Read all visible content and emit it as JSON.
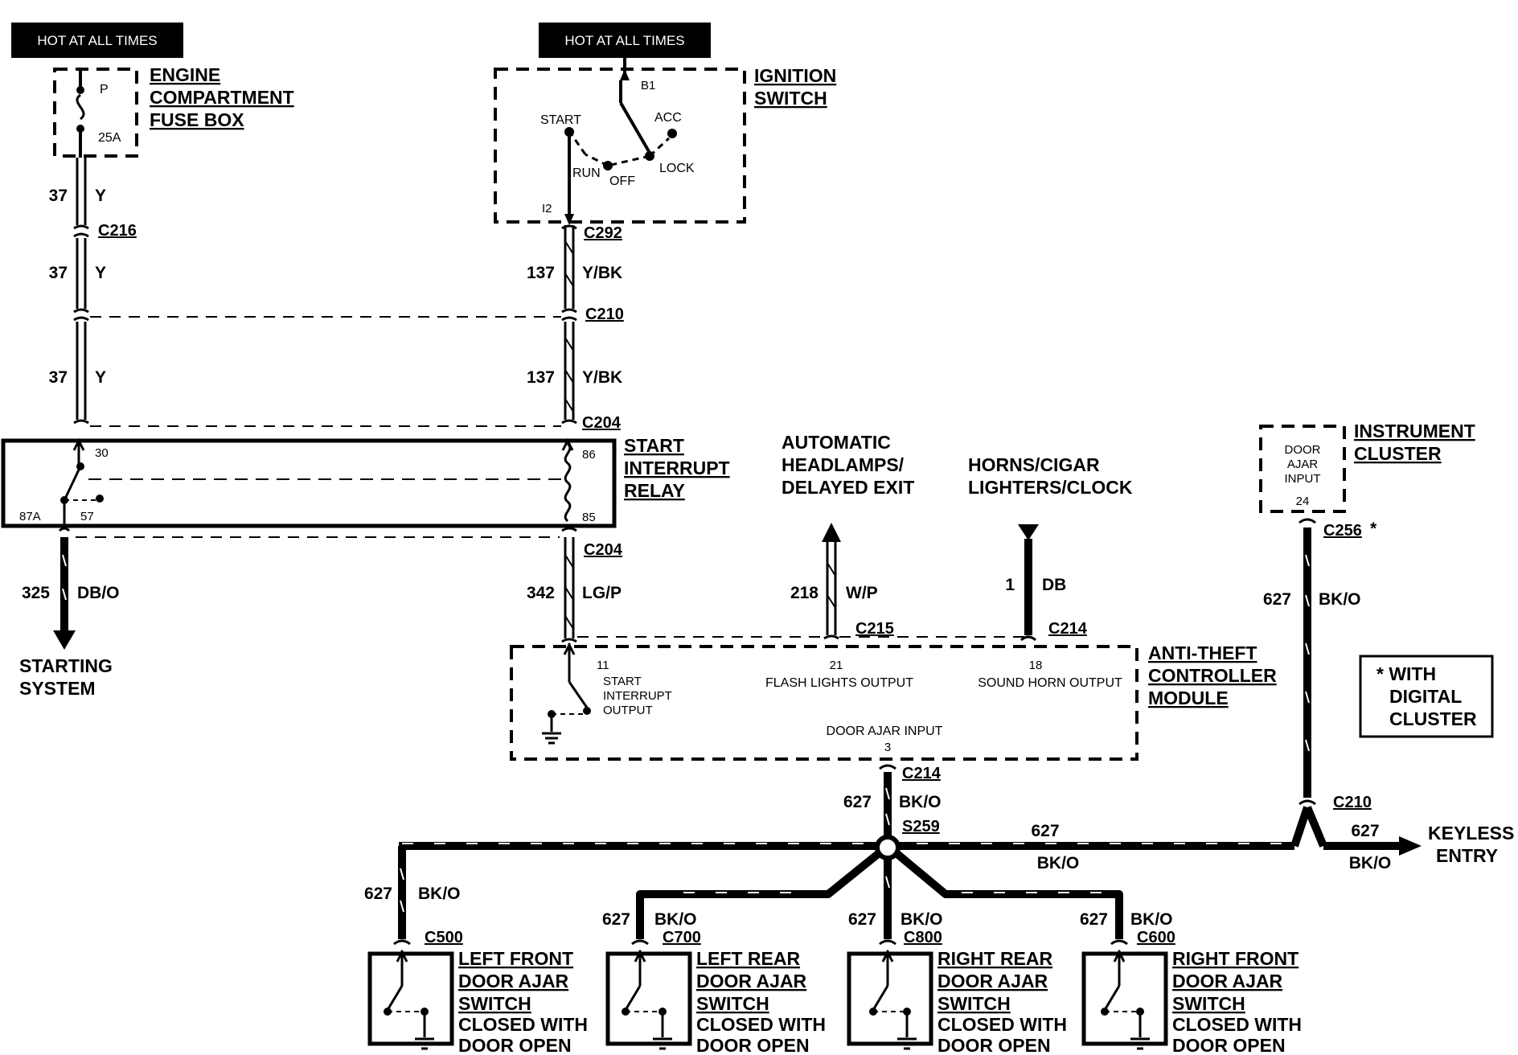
{
  "hot_labels": [
    "HOT AT ALL TIMES",
    "HOT AT ALL TIMES"
  ],
  "fuse_box": {
    "title_lines": [
      "ENGINE",
      "COMPARTMENT",
      "FUSE BOX"
    ],
    "fuse_letter": "P",
    "fuse_rating": "25A"
  },
  "ignition_switch": {
    "title_lines": [
      "IGNITION",
      "SWITCH"
    ],
    "terminal_b1": "B1",
    "pos_start": "START",
    "pos_acc": "ACC",
    "pos_run": "RUN",
    "pos_off": "OFF",
    "pos_lock": "LOCK",
    "terminal_i2": "I2"
  },
  "connectors": {
    "c216": "C216",
    "c292": "C292",
    "c210_top": "C210",
    "c204_top": "C204",
    "c204_bottom": "C204",
    "c215": "C215",
    "c214_upper": "C214",
    "c214_lower": "C214",
    "c256": "C256",
    "c256_note": "*",
    "c210_right": "C210",
    "s259": "S259",
    "c500": "C500",
    "c700": "C700",
    "c800": "C800",
    "c600": "C600"
  },
  "wires": {
    "w37a_num": "37",
    "w37a_color": "Y",
    "w37b_num": "37",
    "w37b_color": "Y",
    "w37c_num": "37",
    "w37c_color": "Y",
    "w137a_num": "137",
    "w137a_color": "Y/BK",
    "w137b_num": "137",
    "w137b_color": "Y/BK",
    "w325_num": "325",
    "w325_color": "DB/O",
    "w342_num": "342",
    "w342_color": "LG/P",
    "w218_num": "218",
    "w218_color": "W/P",
    "w1_num": "1",
    "w1_color": "DB",
    "w627_cluster_num": "627",
    "w627_cluster_color": "BK/O",
    "w627_module_num": "627",
    "w627_module_color": "BK/O",
    "w627_bus_num": "627",
    "w627_bus_color": "BK/O",
    "w627_keyless_num": "627",
    "w627_keyless_color": "BK/O",
    "w627_lf_num": "627",
    "w627_lf_color": "BK/O",
    "w627_lr_num": "627",
    "w627_lr_color": "BK/O",
    "w627_rr_num": "627",
    "w627_rr_color": "BK/O",
    "w627_rf_num": "627",
    "w627_rf_color": "BK/O"
  },
  "relay": {
    "title_lines": [
      "START",
      "INTERRUPT",
      "RELAY"
    ],
    "pin30": "30",
    "pin87a": "87A",
    "pin57": "57",
    "pin86": "86",
    "pin85": "85"
  },
  "starting_system_lines": [
    "STARTING",
    "SYSTEM"
  ],
  "headlamps_lines": [
    "AUTOMATIC",
    "HEADLAMPS/",
    "DELAYED EXIT"
  ],
  "horns_lines": [
    "HORNS/CIGAR",
    "LIGHTERS/CLOCK"
  ],
  "instrument_cluster": {
    "title_lines": [
      "INSTRUMENT",
      "CLUSTER"
    ],
    "input_lines": [
      "DOOR",
      "AJAR",
      "INPUT"
    ],
    "pin": "24"
  },
  "note_lines": [
    "* WITH",
    "DIGITAL",
    "CLUSTER"
  ],
  "module": {
    "title_lines": [
      "ANTI-THEFT",
      "CONTROLLER",
      "MODULE"
    ],
    "pin11": "11",
    "start_output_lines": [
      "START",
      "INTERRUPT",
      "OUTPUT"
    ],
    "pin21": "21",
    "flash_label": "FLASH LIGHTS OUTPUT",
    "pin18": "18",
    "horn_label": "SOUND HORN OUTPUT",
    "door_ajar_label": "DOOR AJAR INPUT",
    "pin3": "3"
  },
  "keyless_lines": [
    "KEYLESS",
    "ENTRY"
  ],
  "switches": [
    {
      "title_lines": [
        "LEFT FRONT",
        "DOOR AJAR",
        "SWITCH"
      ],
      "note_lines": [
        "CLOSED WITH",
        "DOOR OPEN"
      ]
    },
    {
      "title_lines": [
        "LEFT REAR",
        "DOOR AJAR",
        "SWITCH"
      ],
      "note_lines": [
        "CLOSED WITH",
        "DOOR OPEN"
      ]
    },
    {
      "title_lines": [
        "RIGHT REAR",
        "DOOR AJAR",
        "SWITCH"
      ],
      "note_lines": [
        "CLOSED WITH",
        "DOOR OPEN"
      ]
    },
    {
      "title_lines": [
        "RIGHT FRONT",
        "DOOR AJAR",
        "SWITCH"
      ],
      "note_lines": [
        "CLOSED WITH",
        "DOOR OPEN"
      ]
    }
  ]
}
